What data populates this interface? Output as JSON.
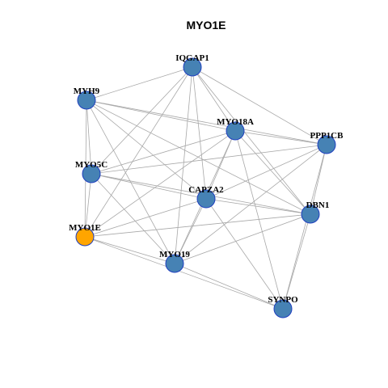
{
  "title": "MYO1E",
  "colors": {
    "default_node": "#4682b4",
    "node_border": "#1f3fbf",
    "highlight_node": "#ffa500",
    "edge": "#a8a8a8"
  },
  "nodes": [
    {
      "id": "IQGAP1",
      "highlight": false
    },
    {
      "id": "MYH9",
      "highlight": false
    },
    {
      "id": "MYO18A",
      "highlight": false
    },
    {
      "id": "PPP1CB",
      "highlight": false
    },
    {
      "id": "MYO5C",
      "highlight": false
    },
    {
      "id": "CAPZA2",
      "highlight": false
    },
    {
      "id": "DBN1",
      "highlight": false
    },
    {
      "id": "MYO1E",
      "highlight": true
    },
    {
      "id": "MYO19",
      "highlight": false
    },
    {
      "id": "SYNPO",
      "highlight": false
    }
  ],
  "edges": [
    [
      "IQGAP1",
      "MYH9"
    ],
    [
      "IQGAP1",
      "MYO18A"
    ],
    [
      "IQGAP1",
      "PPP1CB"
    ],
    [
      "IQGAP1",
      "MYO5C"
    ],
    [
      "IQGAP1",
      "CAPZA2"
    ],
    [
      "IQGAP1",
      "DBN1"
    ],
    [
      "IQGAP1",
      "MYO1E"
    ],
    [
      "IQGAP1",
      "MYO19"
    ],
    [
      "MYH9",
      "MYO18A"
    ],
    [
      "MYH9",
      "PPP1CB"
    ],
    [
      "MYH9",
      "MYO5C"
    ],
    [
      "MYH9",
      "CAPZA2"
    ],
    [
      "MYH9",
      "DBN1"
    ],
    [
      "MYH9",
      "MYO1E"
    ],
    [
      "MYH9",
      "MYO19"
    ],
    [
      "MYO18A",
      "PPP1CB"
    ],
    [
      "MYO18A",
      "MYO5C"
    ],
    [
      "MYO18A",
      "CAPZA2"
    ],
    [
      "MYO18A",
      "DBN1"
    ],
    [
      "MYO18A",
      "MYO1E"
    ],
    [
      "MYO18A",
      "MYO19"
    ],
    [
      "MYO18A",
      "SYNPO"
    ],
    [
      "PPP1CB",
      "MYO5C"
    ],
    [
      "PPP1CB",
      "CAPZA2"
    ],
    [
      "PPP1CB",
      "DBN1"
    ],
    [
      "PPP1CB",
      "MYO19"
    ],
    [
      "PPP1CB",
      "SYNPO"
    ],
    [
      "MYO5C",
      "CAPZA2"
    ],
    [
      "MYO5C",
      "DBN1"
    ],
    [
      "MYO5C",
      "MYO1E"
    ],
    [
      "MYO5C",
      "MYO19"
    ],
    [
      "CAPZA2",
      "DBN1"
    ],
    [
      "CAPZA2",
      "MYO1E"
    ],
    [
      "CAPZA2",
      "MYO19"
    ],
    [
      "CAPZA2",
      "SYNPO"
    ],
    [
      "DBN1",
      "MYO1E"
    ],
    [
      "DBN1",
      "MYO19"
    ],
    [
      "DBN1",
      "SYNPO"
    ],
    [
      "MYO1E",
      "MYO19"
    ],
    [
      "MYO1E",
      "SYNPO"
    ],
    [
      "MYO19",
      "SYNPO"
    ]
  ]
}
